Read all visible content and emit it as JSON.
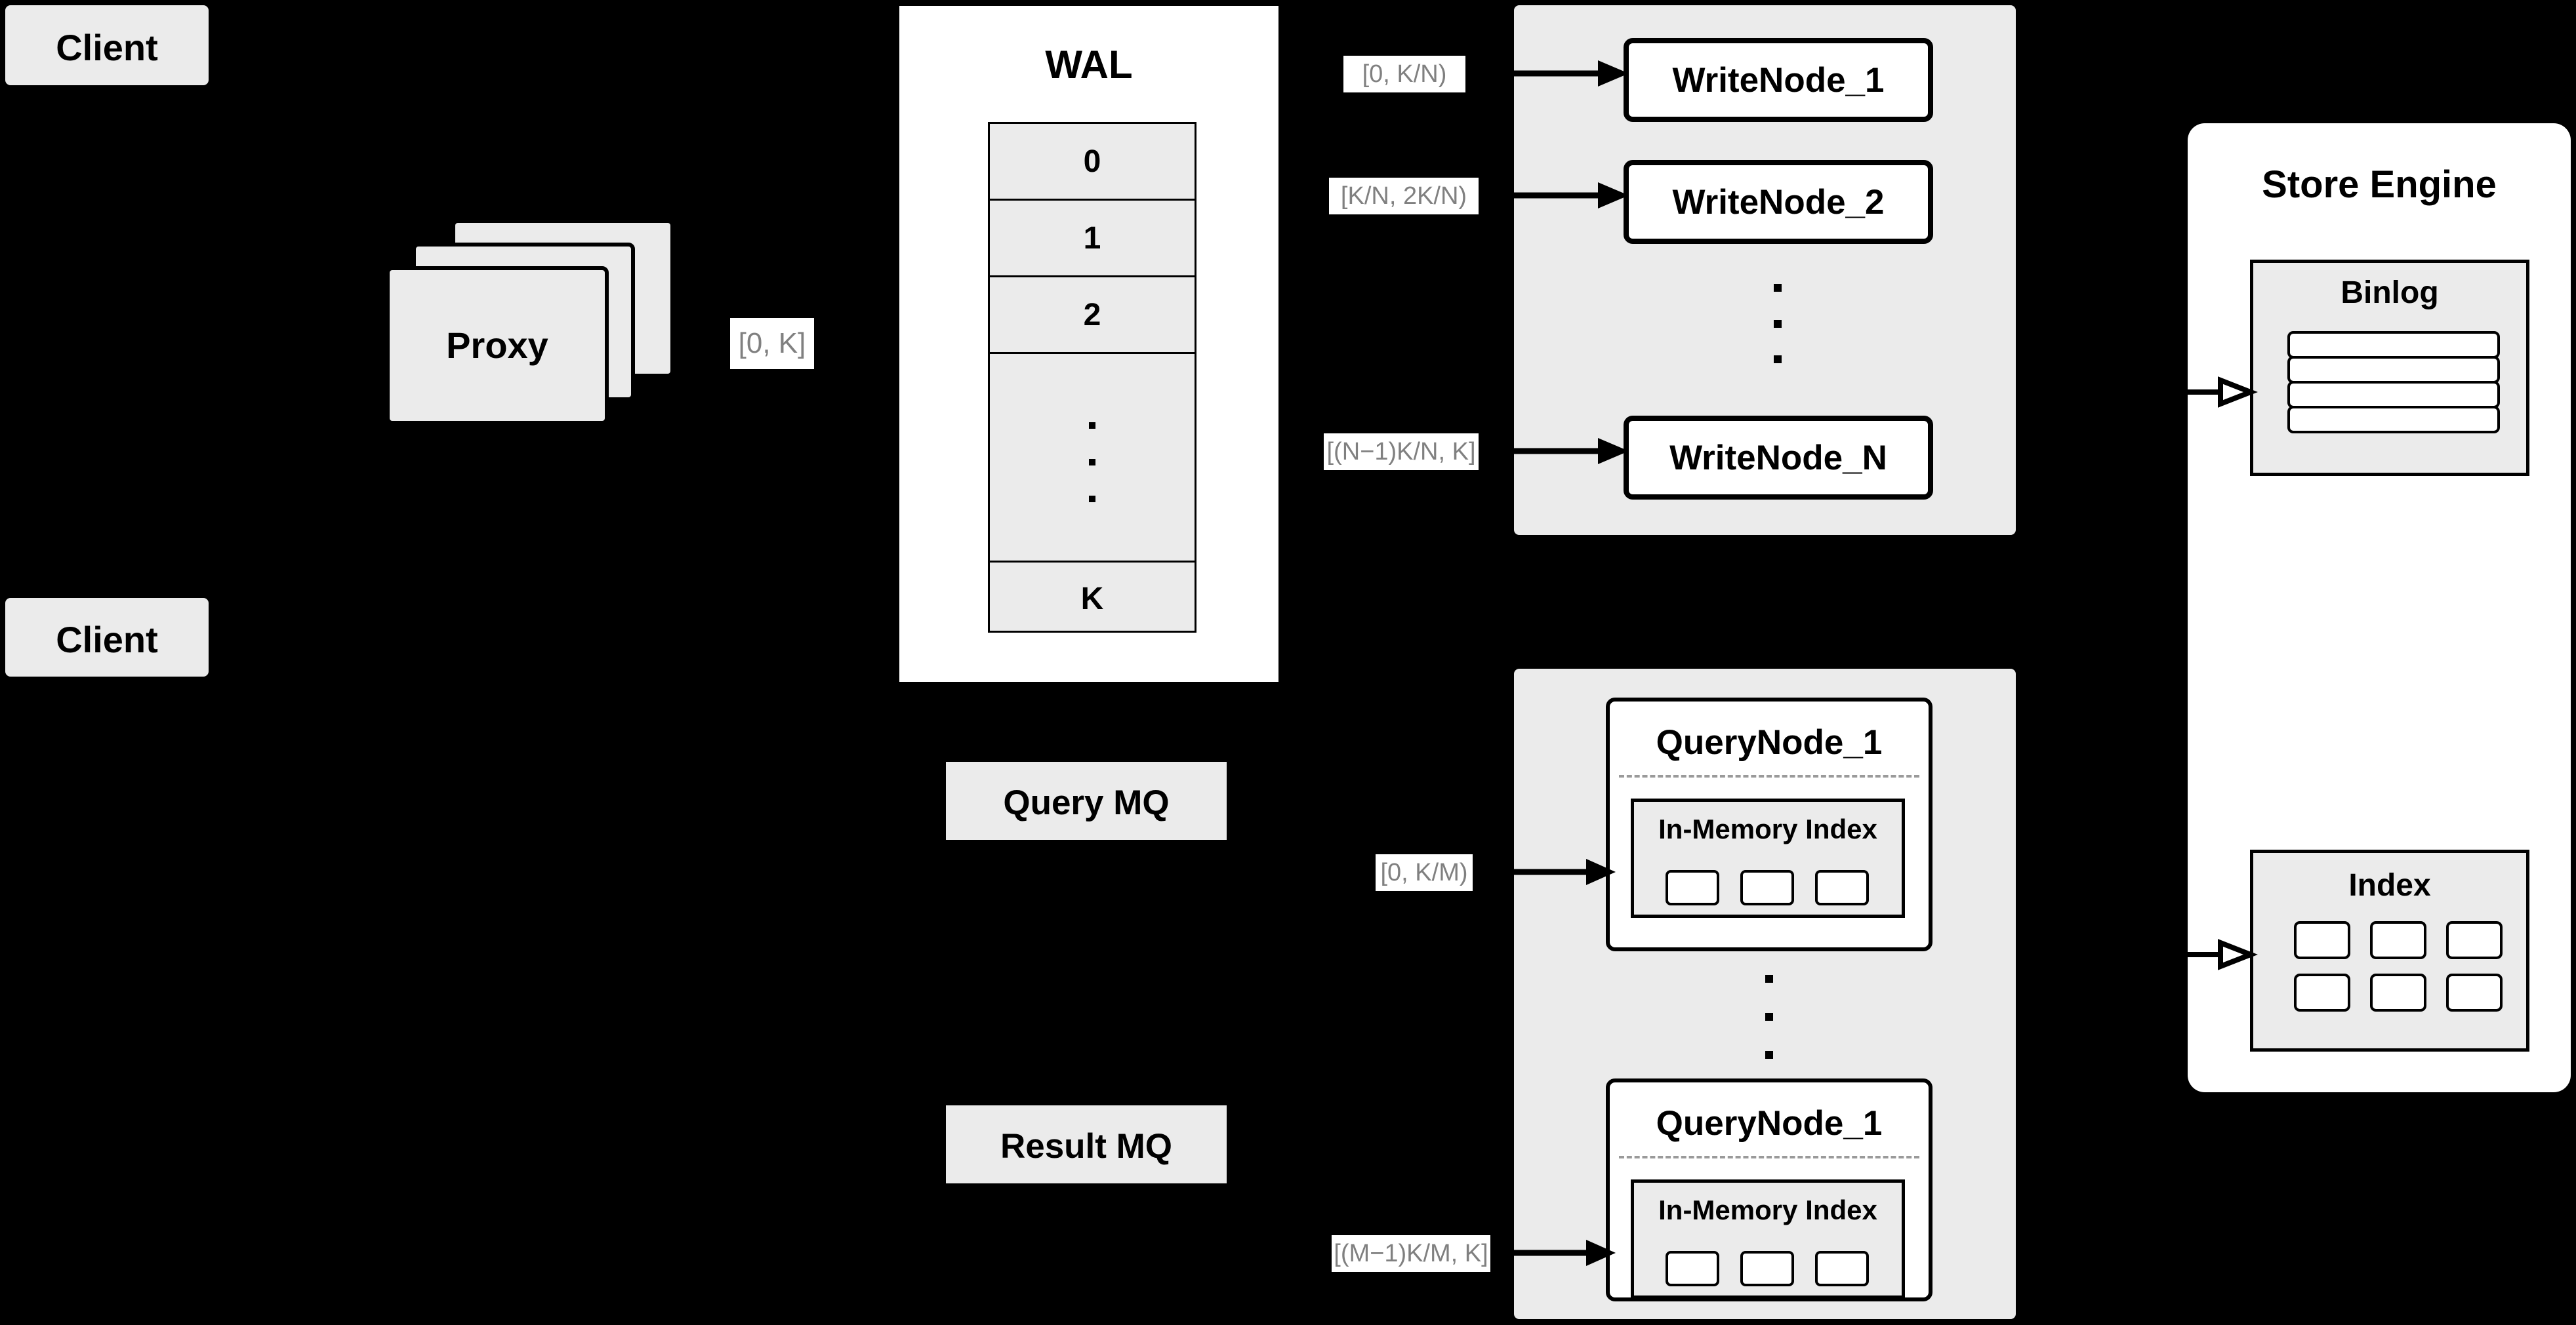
{
  "diagram": {
    "title": "Distributed Vector Database Write/Query Architecture",
    "background_color": "#000000",
    "node_fill": "#ebebeb",
    "panel_fill": "#ffffff",
    "edge_label_text_color": "#808080",
    "edge_label_bg_color": "#ffffff",
    "stroke_color": "#000000"
  },
  "clients": [
    {
      "label": "Client"
    },
    {
      "label": "Client"
    }
  ],
  "proxy": {
    "label": "Proxy",
    "stack_count": 3
  },
  "wal": {
    "title": "WAL",
    "rows": [
      "0",
      "1",
      "2",
      "",
      "K"
    ],
    "ellipsis_row_index": 3,
    "ellipsis_dots": 3
  },
  "queues": [
    {
      "label": "Query MQ"
    },
    {
      "label": "Result MQ"
    }
  ],
  "write_group": {
    "nodes": [
      {
        "label": "WriteNode_1",
        "range_label": "[0,  K/N)"
      },
      {
        "label": "WriteNode_2",
        "range_label": "[K/N, 2K/N)"
      },
      {
        "label": "WriteNode_N",
        "range_label": "[(N−1)K/N,  K]"
      }
    ],
    "ellipsis_dots": 3
  },
  "query_group": {
    "nodes": [
      {
        "label": "QueryNode_1",
        "range_label": "[0, K/M)",
        "index_panel": {
          "title": "In-Memory Index",
          "slot_count": 3
        }
      },
      {
        "label": "QueryNode_1",
        "range_label": "[(M−1)K/M, K]",
        "index_panel": {
          "title": "In-Memory Index",
          "slot_count": 3
        }
      }
    ],
    "ellipsis_dots": 3
  },
  "store_engine": {
    "title": "Store Engine",
    "binlog": {
      "title": "Binlog",
      "bar_count": 4
    },
    "index": {
      "title": "Index",
      "rows": 2,
      "cols": 3,
      "cell_count": 6
    }
  },
  "proxy_range_label": "[0, K]"
}
